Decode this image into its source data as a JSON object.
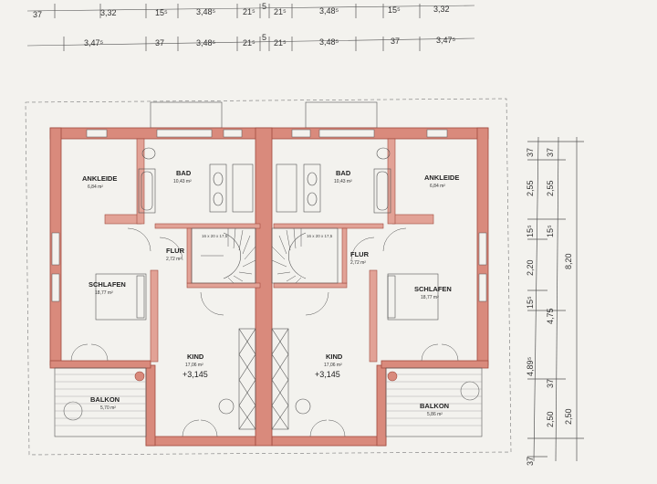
{
  "top_dimensions": {
    "row1": [
      "37",
      "3,32",
      "15⁵",
      "3,48⁵",
      "21⁵",
      "5",
      "21⁵",
      "3,48⁵",
      "15⁵",
      "3,32"
    ],
    "row2": [
      "3,47⁵",
      "37",
      "3,48⁵",
      "21⁵",
      "5",
      "21⁵",
      "3,48⁵",
      "37",
      "3,47⁵"
    ]
  },
  "right_dimensions": {
    "col1": [
      "37",
      "2,55",
      "15⁵",
      "2,20",
      "15⁵",
      "4,75",
      "37",
      "2,50",
      "37"
    ],
    "col2": [
      "37",
      "2,55",
      "15⁵",
      "4,89⁵",
      "2,50"
    ],
    "col3": [
      "8,20"
    ]
  },
  "rooms": {
    "ankleide_left": {
      "name": "ANKLEIDE",
      "area": "6,84 m²"
    },
    "ankleide_right": {
      "name": "ANKLEIDE",
      "area": "6,84 m²"
    },
    "bad_left": {
      "name": "BAD",
      "area": "10,43 m²"
    },
    "bad_right": {
      "name": "BAD",
      "area": "10,43 m²"
    },
    "flur_left": {
      "name": "FLUR",
      "area": "2,72 m²"
    },
    "flur_right": {
      "name": "FLUR",
      "area": "2,72 m²"
    },
    "schlafen_left": {
      "name": "SCHLAFEN",
      "area": "18,77 m²"
    },
    "schlafen_right": {
      "name": "SCHLAFEN",
      "area": "18,77 m²"
    },
    "kind_left": {
      "name": "KIND",
      "area": "17,06 m²",
      "level": "+3,145"
    },
    "kind_right": {
      "name": "KIND",
      "area": "17,06 m²",
      "level": "+3,145"
    },
    "balkon_left": {
      "name": "BALKON",
      "area": "5,70 m²"
    },
    "balkon_right": {
      "name": "BALKON",
      "area": "5,86 m²"
    }
  },
  "stairs": {
    "left": "16 x 20 x 17,5",
    "right": "16 x 20 x 17,5"
  },
  "colors": {
    "wall": "#d98a7c",
    "wall_stroke": "#a04a3e",
    "paper": "#f3f2ee"
  }
}
